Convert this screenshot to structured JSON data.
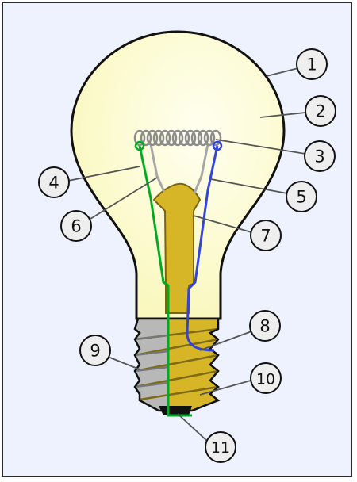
{
  "diagram": {
    "callouts": [
      {
        "id": "1",
        "label": "1"
      },
      {
        "id": "2",
        "label": "2"
      },
      {
        "id": "3",
        "label": "3"
      },
      {
        "id": "4",
        "label": "4"
      },
      {
        "id": "5",
        "label": "5"
      },
      {
        "id": "6",
        "label": "6"
      },
      {
        "id": "7",
        "label": "7"
      },
      {
        "id": "8",
        "label": "8"
      },
      {
        "id": "9",
        "label": "9"
      },
      {
        "id": "10",
        "label": "10"
      },
      {
        "id": "11",
        "label": "11"
      }
    ],
    "colors": {
      "background": "#eef1fe",
      "glass": "#fdfcc8",
      "stem": "#d6b626",
      "screw_base": "#b8b8b8",
      "contact_wire": "#00aa22",
      "support_wire": "#3344dd",
      "filament": "#999999",
      "outline": "#111111"
    }
  }
}
